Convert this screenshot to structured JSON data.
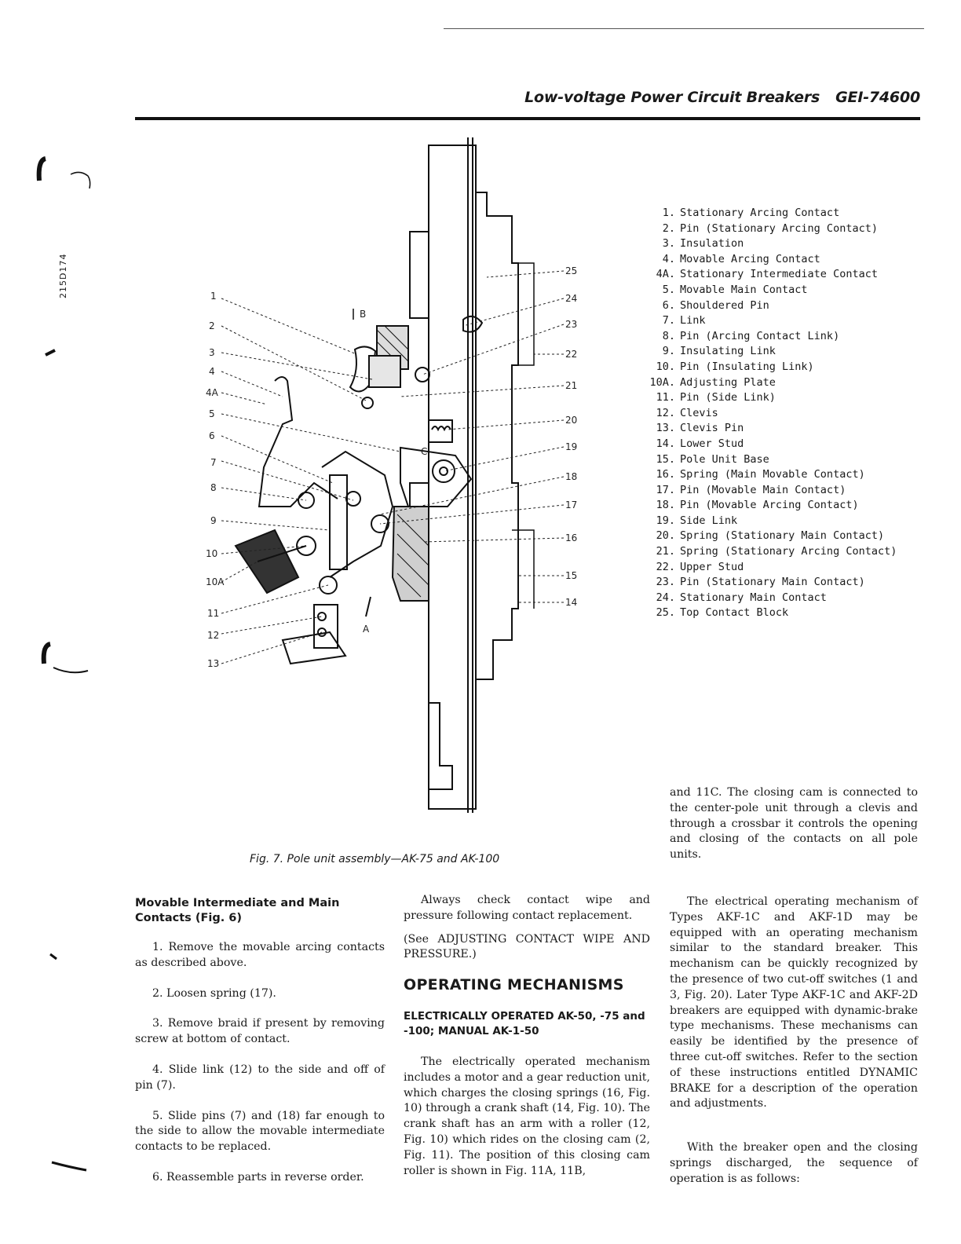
{
  "header": {
    "title": "Low-voltage Power Circuit Breakers",
    "code": "GEI-74600"
  },
  "side_code": "215D174",
  "figure": {
    "caption": "Fig. 7.  Pole unit assembly—AK-75 and AK-100",
    "callouts_left": [
      "1",
      "2",
      "3",
      "4",
      "4A",
      "5",
      "6",
      "7",
      "8",
      "9",
      "10",
      "10A",
      "11",
      "12",
      "13"
    ],
    "callouts_right": [
      "25",
      "24",
      "23",
      "22",
      "21",
      "20",
      "19",
      "18",
      "17",
      "16",
      "15",
      "14"
    ],
    "section_marks": [
      "B",
      "C",
      "A"
    ],
    "legend": [
      {
        "num": "1.",
        "text": "Stationary Arcing Contact"
      },
      {
        "num": "2.",
        "text": "Pin (Stationary Arcing Contact)"
      },
      {
        "num": "3.",
        "text": "Insulation"
      },
      {
        "num": "4.",
        "text": "Movable Arcing Contact"
      },
      {
        "num": "4A.",
        "text": "Stationary Intermediate Contact"
      },
      {
        "num": "5.",
        "text": "Movable Main Contact"
      },
      {
        "num": "6.",
        "text": "Shouldered Pin"
      },
      {
        "num": "7.",
        "text": "Link"
      },
      {
        "num": "8.",
        "text": "Pin (Arcing Contact Link)"
      },
      {
        "num": "9.",
        "text": "Insulating Link"
      },
      {
        "num": "10.",
        "text": "Pin (Insulating Link)"
      },
      {
        "num": "10A.",
        "text": "Adjusting Plate"
      },
      {
        "num": "11.",
        "text": "Pin (Side Link)"
      },
      {
        "num": "12.",
        "text": "Clevis"
      },
      {
        "num": "13.",
        "text": "Clevis Pin"
      },
      {
        "num": "14.",
        "text": "Lower Stud"
      },
      {
        "num": "15.",
        "text": "Pole Unit Base"
      },
      {
        "num": "16.",
        "text": "Spring (Main Movable Contact)"
      },
      {
        "num": "17.",
        "text": "Pin (Movable Main Contact)"
      },
      {
        "num": "18.",
        "text": "Pin (Movable Arcing Contact)"
      },
      {
        "num": "19.",
        "text": "Side Link"
      },
      {
        "num": "20.",
        "text": "Spring (Stationary Main Contact)"
      },
      {
        "num": "21.",
        "text": "Spring (Stationary Arcing Contact)"
      },
      {
        "num": "22.",
        "text": "Upper Stud"
      },
      {
        "num": "23.",
        "text": "Pin (Stationary Main Contact)"
      },
      {
        "num": "24.",
        "text": "Stationary Main Contact"
      },
      {
        "num": "25.",
        "text": "Top Contact Block"
      }
    ]
  },
  "col3_top": "and 11C.  The closing cam is connected to the center-pole unit through a clevis and through a crossbar it controls the opening and closing of the contacts on all pole units.",
  "col1": {
    "heading": "Movable Intermediate and Main Contacts (Fig. 6)",
    "steps": [
      "1.  Remove the movable arcing contacts as described above.",
      "2.  Loosen spring (17).",
      "3.  Remove braid if present by removing screw at bottom of contact.",
      "4.  Slide link (12) to the side and off of pin (7).",
      "5.  Slide pins (7) and (18) far enough to the side to allow the movable intermediate contacts to be replaced.",
      "6.  Reassemble parts in reverse order."
    ]
  },
  "col2": {
    "p1": "Always check contact wipe and pressure following contact replacement.",
    "p2": "(See ADJUSTING CONTACT WIPE AND PRESSURE.)",
    "section": "OPERATING MECHANISMS",
    "subsection": "ELECTRICALLY OPERATED AK-50, -75 and -100; MANUAL AK-1-50",
    "p3": "The electrically operated mechanism includes a motor and a gear reduction unit, which charges the closing springs (16, Fig. 10) through a crank shaft (14, Fig. 10).  The crank shaft has an arm with a roller (12, Fig. 10) which rides on the closing cam (2, Fig. 11).  The position of this closing cam roller is shown in Fig. 11A, 11B,"
  },
  "col3": {
    "p1": "The electrical operating mechanism of Types AKF-1C and AKF-1D may be equipped with an operating mechanism similar to the standard breaker.  This mechanism can be quickly recognized by the presence of two cut-off switches (1 and 3, Fig. 20).  Later Type AKF-1C and AKF-2D breakers are equipped with dynamic-brake type mechanisms.  These mechanisms can easily be identified by the presence of three cut-off switches.  Refer to the section of these instructions entitled DYNAMIC BRAKE for a description of the operation and adjustments.",
    "p2": "With the breaker open and the closing springs discharged, the sequence of operation is as follows:"
  }
}
